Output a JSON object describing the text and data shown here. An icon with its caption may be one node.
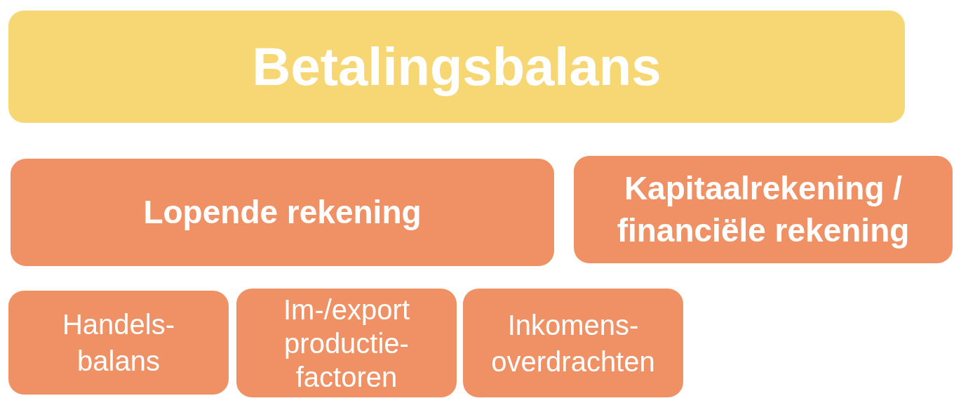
{
  "diagram": {
    "nodes": [
      {
        "text": [
          "Betalingsbalans"
        ]
      },
      {
        "text": [
          "Lopende rekening"
        ]
      },
      {
        "text": [
          "Kapitaalrekening / financiële rekening"
        ]
      },
      {
        "text": [
          "Handels- balans"
        ]
      },
      {
        "text": [
          "Im-/export productie- factoren"
        ]
      },
      {
        "text": [
          "Inkomens- overdrachten"
        ]
      }
    ],
    "edges": []
  }
}
